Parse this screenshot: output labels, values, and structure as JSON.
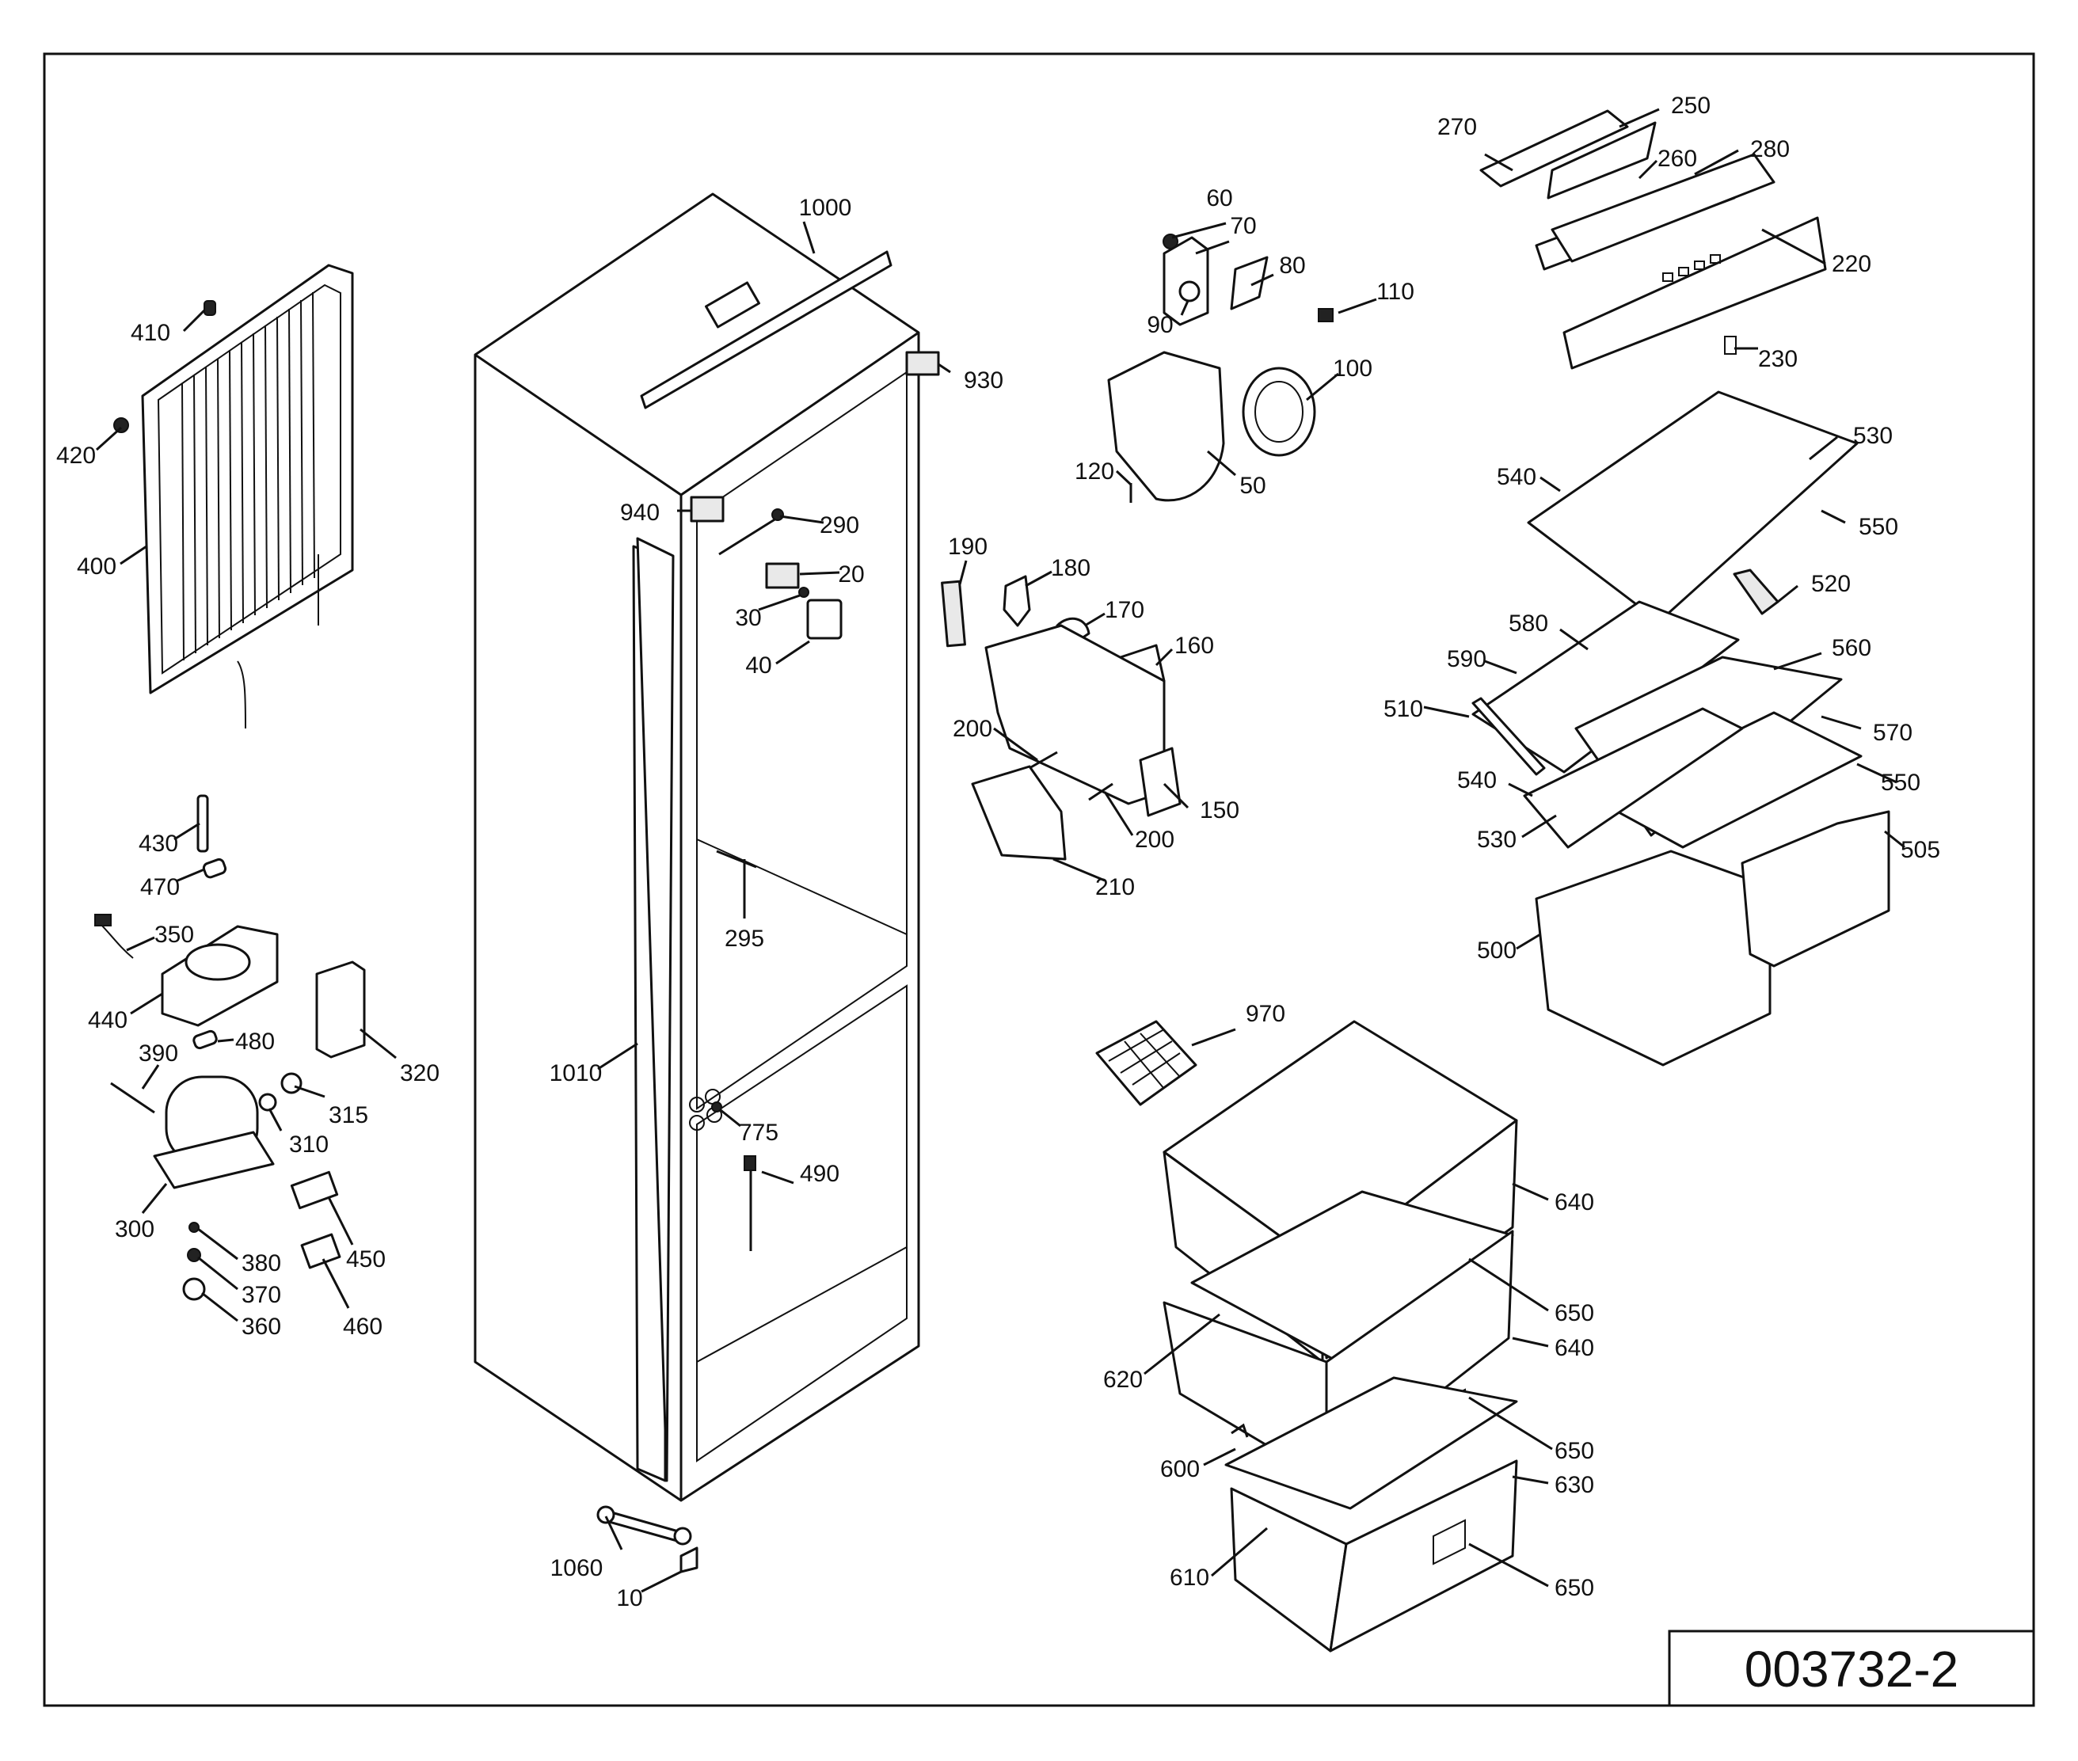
{
  "drawing_code": "003732-2",
  "labels": {
    "l10": "10",
    "l20": "20",
    "l30": "30",
    "l40": "40",
    "l50": "50",
    "l60": "60",
    "l70": "70",
    "l80": "80",
    "l90": "90",
    "l100": "100",
    "l110": "110",
    "l120": "120",
    "l150": "150",
    "l160": "160",
    "l170": "170",
    "l180": "180",
    "l190": "190",
    "l200a": "200",
    "l200b": "200",
    "l210": "210",
    "l220": "220",
    "l230": "230",
    "l250": "250",
    "l260": "260",
    "l270": "270",
    "l280": "280",
    "l290": "290",
    "l295": "295",
    "l300": "300",
    "l310": "310",
    "l315": "315",
    "l320": "320",
    "l350": "350",
    "l360": "360",
    "l370": "370",
    "l380": "380",
    "l390": "390",
    "l400": "400",
    "l410": "410",
    "l420": "420",
    "l430": "430",
    "l440": "440",
    "l450": "450",
    "l460": "460",
    "l470": "470",
    "l480": "480",
    "l490": "490",
    "l500": "500",
    "l505": "505",
    "l510": "510",
    "l520": "520",
    "l530a": "530",
    "l530b": "530",
    "l540a": "540",
    "l540b": "540",
    "l550a": "550",
    "l550b": "550",
    "l560": "560",
    "l570": "570",
    "l580": "580",
    "l590": "590",
    "l600": "600",
    "l610": "610",
    "l620": "620",
    "l630": "630",
    "l640a": "640",
    "l640b": "640",
    "l650a": "650",
    "l650b": "650",
    "l650c": "650",
    "l775": "775",
    "l930": "930",
    "l940": "940",
    "l970": "970",
    "l1000": "1000",
    "l1010": "1010",
    "l1060": "1060"
  }
}
